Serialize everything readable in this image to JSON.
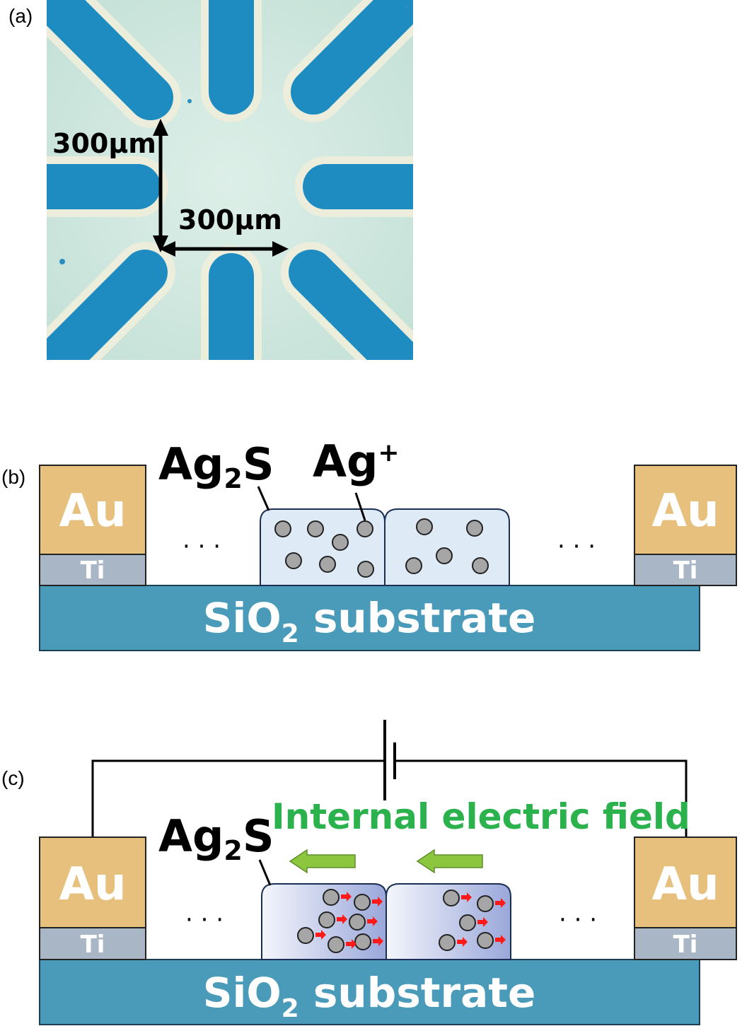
{
  "panel_a": {
    "label": "(a)",
    "scale_vertical": "300μm",
    "scale_horizontal": "300μm"
  },
  "panel_b": {
    "label": "(b)",
    "ag2s_base": "Ag",
    "ag2s_sub": "2",
    "ag2s_tail": "S",
    "ag_ion_base": "Ag",
    "ag_ion_sup": "+",
    "electrode_metal": "Au",
    "electrode_adhesion": "Ti",
    "substrate_base": "SiO",
    "substrate_sub": "2",
    "substrate_tail": " substrate",
    "ellipsis": "· · ·"
  },
  "panel_c": {
    "label": "(c)",
    "ag2s_base": "Ag",
    "ag2s_sub": "2",
    "ag2s_tail": "S",
    "field_label": "Internal electric field",
    "electrode_metal": "Au",
    "electrode_adhesion": "Ti",
    "substrate_base": "SiO",
    "substrate_sub": "2",
    "substrate_tail": " substrate",
    "ellipsis": "· · ·"
  },
  "colors": {
    "gold": "#E8C07E",
    "titanium": "#A9B6C6",
    "substrate": "#4A9BBA",
    "field_text": "#2BB24C",
    "field_arrow": "#8CC63E",
    "ion_arrow": "#FF1A1A",
    "microscope_bg": "#CFE8DF",
    "microscope_pad": "#1E8CC0"
  }
}
